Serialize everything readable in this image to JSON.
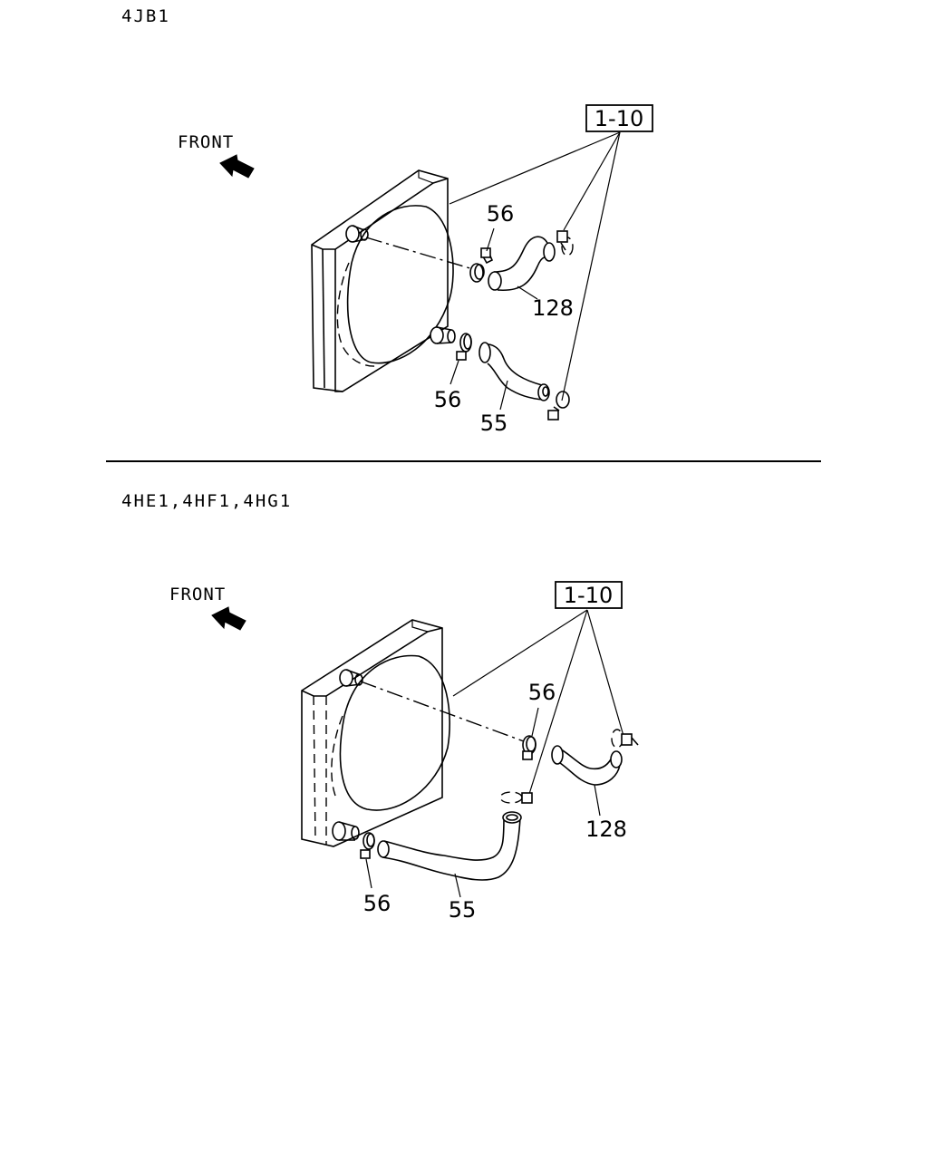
{
  "sections": [
    {
      "engine": "4JB1",
      "front": "FRONT",
      "ref": "1-10",
      "callouts": [
        "56",
        "128",
        "56",
        "55"
      ]
    },
    {
      "engine": "4HE1,4HF1,4HG1",
      "front": "FRONT",
      "ref": "1-10",
      "callouts": [
        "56",
        "128",
        "56",
        "55"
      ]
    }
  ],
  "colors": {
    "ink": "#000000",
    "paper": "#ffffff"
  }
}
